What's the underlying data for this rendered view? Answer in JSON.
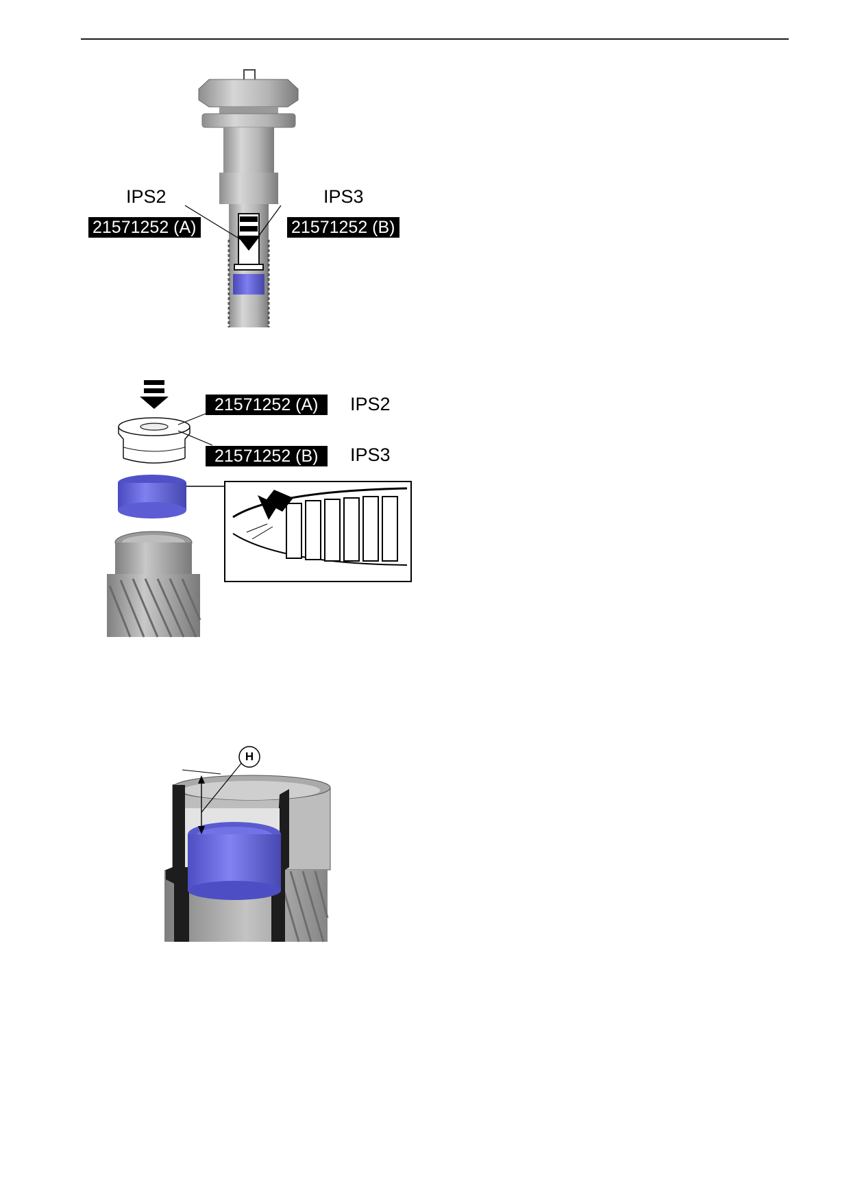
{
  "figure1": {
    "label_left": "IPS2",
    "label_right": "IPS3",
    "tag_left": "21571252 (A)",
    "tag_right": "21571252 (B)"
  },
  "figure2": {
    "tag_top": "21571252 (A)",
    "label_top": "IPS2",
    "tag_bottom": "21571252 (B)",
    "label_bottom": "IPS3"
  },
  "figure3": {
    "callout": "H"
  },
  "colors": {
    "bushing": "#6a6ae0",
    "tool_gray": "#b8b8b8",
    "tag_bg": "#000000",
    "tag_fg": "#ffffff"
  }
}
